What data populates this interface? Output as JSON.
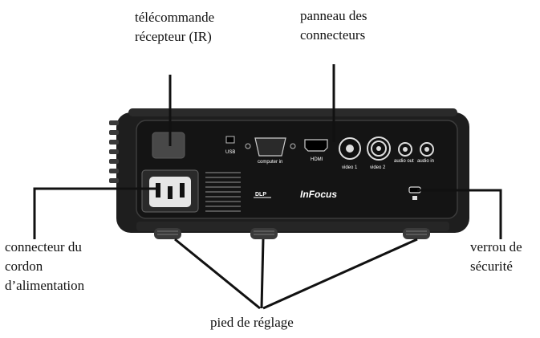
{
  "callouts": {
    "ir_receiver": [
      "télécommande",
      "récepteur (IR)"
    ],
    "connector_panel": [
      "panneau des",
      "connecteurs"
    ],
    "power_connector": [
      "connecteur du",
      "cordon",
      "d’alimentation"
    ],
    "security_lock": [
      "verrou de",
      "sécurité"
    ],
    "adjust_foot": "pied de réglage"
  },
  "ports": {
    "usb": "USB",
    "computer_in": "computer in",
    "hdmi": "HDMI",
    "video1": "video 1",
    "video2": "video 2",
    "audio_out": "audio out",
    "audio_in": "audio in"
  },
  "brand": "InFocus",
  "dlp_logo": "DLP",
  "colors": {
    "body": "#1e1e1e",
    "panel": "#101010",
    "line": "#111111"
  }
}
